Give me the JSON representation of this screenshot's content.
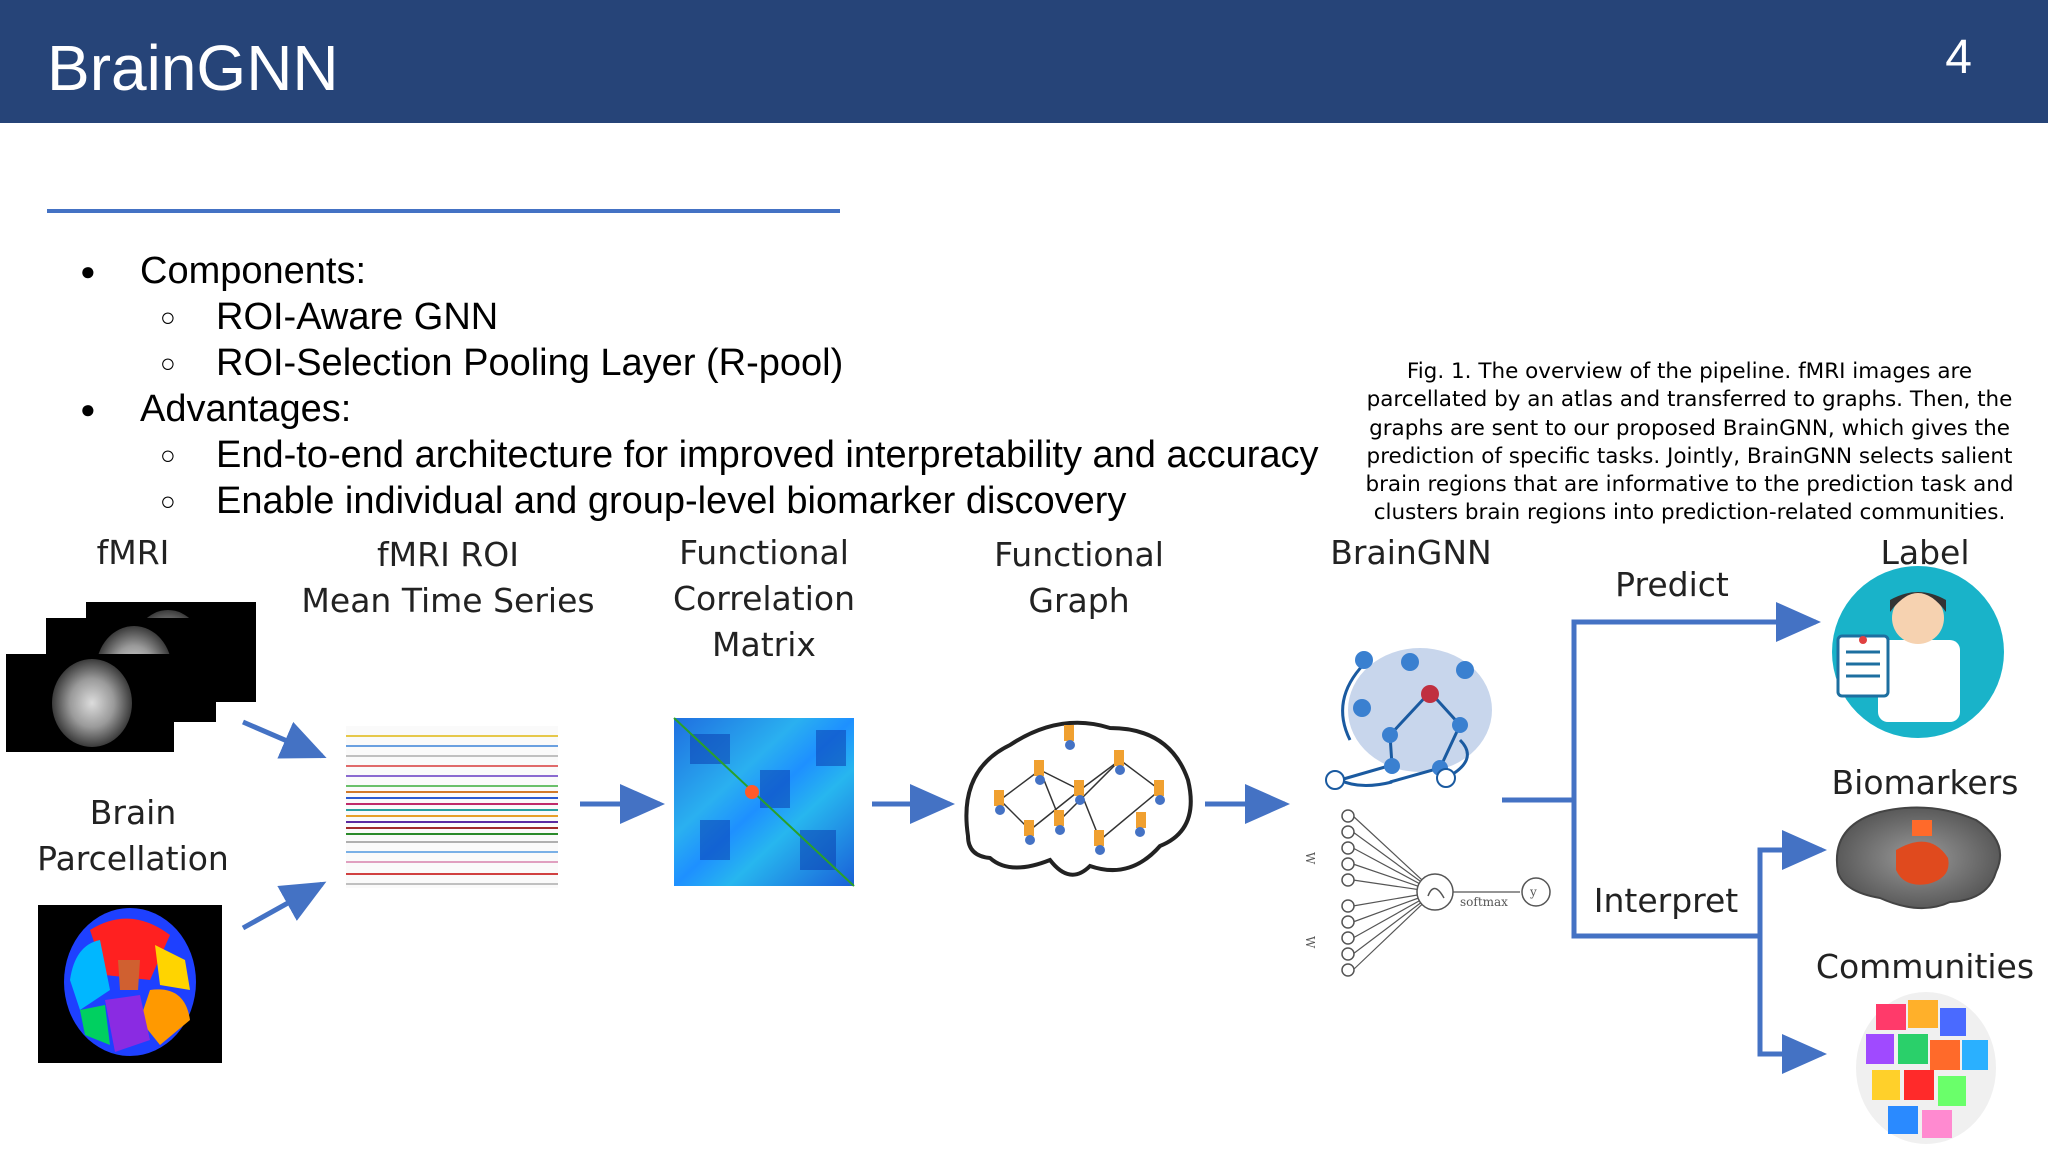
{
  "header": {
    "title": "BrainGNN",
    "page_number": "4"
  },
  "bullets": [
    {
      "text": "Components:",
      "children": [
        "ROI-Aware GNN",
        "ROI-Selection Pooling Layer (R-pool)"
      ]
    },
    {
      "text": "Advantages:",
      "children": [
        "End-to-end architecture for improved interpretability and accuracy",
        "Enable individual and group-level biomarker discovery"
      ]
    }
  ],
  "caption": {
    "lines": [
      "Fig. 1. The overview of the pipeline. fMRI images are",
      "parcellated by an atlas and transferred to graphs. Then, the",
      "graphs are sent to our proposed BrainGNN, which gives the",
      "prediction of specific tasks. Jointly, BrainGNN selects salient",
      "brain regions that are informative to the prediction task and",
      "clusters brain regions into prediction-related communities."
    ]
  },
  "figure": {
    "fmri": "fMRI",
    "brain_parcellation": [
      "Brain",
      "Parcellation"
    ],
    "time_series": [
      "fMRI ROI",
      "Mean Time Series"
    ],
    "correlation": [
      "Functional",
      "Correlation",
      "Matrix"
    ],
    "graph": [
      "Functional",
      "Graph"
    ],
    "braingnn": "BrainGNN",
    "predict": "Predict",
    "interpret": "Interpret",
    "label": "Label",
    "biomarkers": "Biomarkers",
    "communities": "Communities",
    "softmax": "softmax",
    "w1": "W",
    "w2": "W",
    "y": "y"
  },
  "colors": {
    "header": "#264478",
    "rule": "#4472c4",
    "arrow": "#4472c4"
  }
}
